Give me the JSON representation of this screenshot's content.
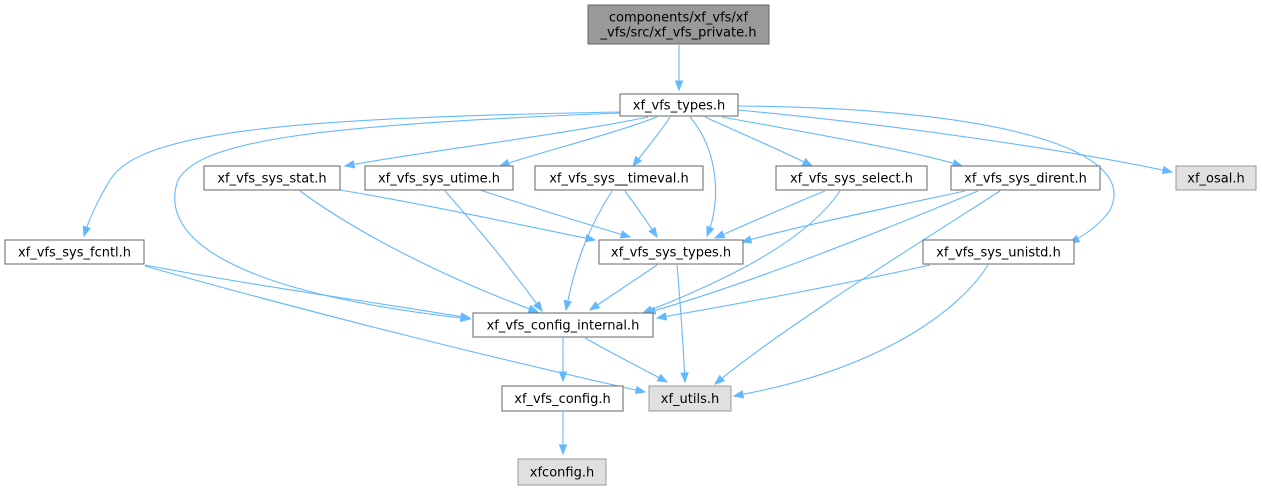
{
  "diagram": {
    "type": "include-dependency-graph",
    "nodes": {
      "private": {
        "lines": [
          "components/xf_vfs/xf",
          "_vfs/src/xf_vfs_private.h"
        ],
        "kind": "root"
      },
      "types": {
        "lines": [
          "xf_vfs_types.h"
        ],
        "kind": "normal"
      },
      "stat": {
        "lines": [
          "xf_vfs_sys_stat.h"
        ],
        "kind": "normal"
      },
      "utime": {
        "lines": [
          "xf_vfs_sys_utime.h"
        ],
        "kind": "normal"
      },
      "timeval": {
        "lines": [
          "xf_vfs_sys__timeval.h"
        ],
        "kind": "normal"
      },
      "select": {
        "lines": [
          "xf_vfs_sys_select.h"
        ],
        "kind": "normal"
      },
      "dirent": {
        "lines": [
          "xf_vfs_sys_dirent.h"
        ],
        "kind": "normal"
      },
      "osal": {
        "lines": [
          "xf_osal.h"
        ],
        "kind": "external"
      },
      "fcntl": {
        "lines": [
          "xf_vfs_sys_fcntl.h"
        ],
        "kind": "normal"
      },
      "systypes": {
        "lines": [
          "xf_vfs_sys_types.h"
        ],
        "kind": "normal"
      },
      "unistd": {
        "lines": [
          "xf_vfs_sys_unistd.h"
        ],
        "kind": "normal"
      },
      "cfgint": {
        "lines": [
          "xf_vfs_config_internal.h"
        ],
        "kind": "normal"
      },
      "config": {
        "lines": [
          "xf_vfs_config.h"
        ],
        "kind": "normal"
      },
      "utils": {
        "lines": [
          "xf_utils.h"
        ],
        "kind": "external"
      },
      "xfconfig": {
        "lines": [
          "xfconfig.h"
        ],
        "kind": "external"
      }
    },
    "edges": [
      [
        "private",
        "types"
      ],
      [
        "types",
        "stat"
      ],
      [
        "types",
        "utime"
      ],
      [
        "types",
        "timeval"
      ],
      [
        "types",
        "select"
      ],
      [
        "types",
        "dirent"
      ],
      [
        "types",
        "osal"
      ],
      [
        "types",
        "fcntl"
      ],
      [
        "types",
        "systypes"
      ],
      [
        "types",
        "unistd"
      ],
      [
        "types",
        "cfgint"
      ],
      [
        "stat",
        "systypes"
      ],
      [
        "stat",
        "cfgint"
      ],
      [
        "utime",
        "systypes"
      ],
      [
        "utime",
        "cfgint"
      ],
      [
        "timeval",
        "systypes"
      ],
      [
        "timeval",
        "cfgint"
      ],
      [
        "select",
        "systypes"
      ],
      [
        "select",
        "cfgint"
      ],
      [
        "dirent",
        "systypes"
      ],
      [
        "dirent",
        "cfgint"
      ],
      [
        "dirent",
        "utils"
      ],
      [
        "fcntl",
        "cfgint"
      ],
      [
        "fcntl",
        "utils"
      ],
      [
        "systypes",
        "cfgint"
      ],
      [
        "systypes",
        "utils"
      ],
      [
        "unistd",
        "cfgint"
      ],
      [
        "unistd",
        "utils"
      ],
      [
        "cfgint",
        "config"
      ],
      [
        "cfgint",
        "utils"
      ],
      [
        "config",
        "xfconfig"
      ]
    ]
  }
}
